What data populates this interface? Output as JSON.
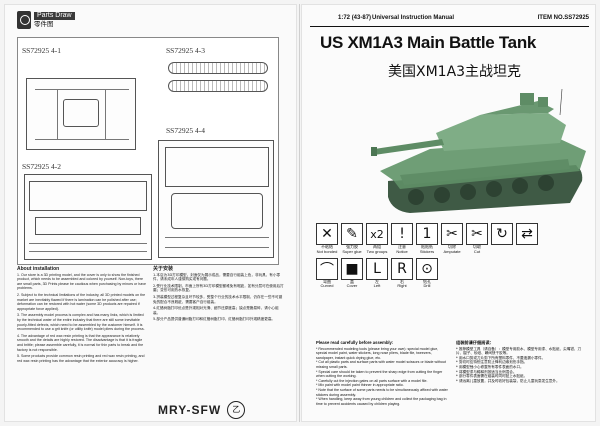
{
  "left_page": {
    "parts_title": "Parts Draw",
    "parts_subtitle": "零件图",
    "sprues": [
      "SS72925 4-1",
      "SS72925 4-3",
      "SS72925 4-4",
      "SS72925 4-2"
    ],
    "notes_en": {
      "heading": "About installation",
      "paragraphs": [
        "1. Our store is a 3D printing model, and the cover is only to show the finished product, which needs to be assembled and colored by yourself. Non-toys, there are small parts, 3D Prints please be cautious when purchasing by minors or have problems.",
        "2. Subject to the technical limitations of the industry, all 3D printed models on the market are inevitably flawed if there is lamination can be polished after use; deformation can be restored with hot water (some 3D products are repaired if appropriate force applied).",
        "3. The assembly model process is complex and has many links, which is limited by the technical water of the entire industry that there are still some inevitable poorly-fitted defects, which need to be assembled by the customer himself. It is recommended to use a grit knife (or utility knife) model pliers during the process.",
        "4. The advantage of red wax resin printing is that the appearance is relatively smooth and the details are highly restored. The disadvantage is that it is fragile and brittle; please assemble carefully, it is normal for thin parts to break and the factory is not responsible.",
        "5. Some products provide common resin printing and red wax resin printing, and red wax resin printing has the advantage that the exterior accuracy is higher."
      ]
    },
    "notes_cn": {
      "heading": "关于安装",
      "paragraphs": [
        "1.本店为3D打印模型，封面仅为展示成品，需要自行组装上色，非玩具，有小零件，请未成年人谨慎购买或有问题。",
        "2.受行业技术限制，市面上所有3D打印模型都难免有瑕疵，如有分层可在使用后打磨；变形可用热水恢复。",
        "3.拼装模型过程复杂且环节较多，受整个行业的技术水平限制，仍存在一些不可避免的配合不良瑕疵，需要客户自行组装。",
        "4.红蜡树脂打印优点是外观相对光滑、细节还原度高；缺点是脆易碎，请小心组装。",
        "5.部分产品提供普通树脂打印和红蜡树脂打印，红蜡树脂打印外观精度更高。"
      ]
    },
    "brand": "MRY-SFW",
    "brand_logo": "乙"
  },
  "right_page": {
    "scale": "1:72",
    "era": "(43-87)",
    "manual_title": "Universal Instruction Manual",
    "item_no": "ITEM NO.SS72925",
    "title_en": "US XM1A3 Main Battle Tank",
    "title_cn": "美国XM1A3主战坦克",
    "tank_color": "#6f9e76",
    "icons_row1": [
      {
        "name": "not-bonded-icon",
        "glyph": "✕",
        "en": "Not bonded",
        "cn": "不粘结"
      },
      {
        "name": "super-glue-icon",
        "glyph": "✎",
        "en": "Super glue",
        "cn": "强力胶"
      },
      {
        "name": "two-groups-icon",
        "glyph": "x2",
        "en": "Two groups",
        "cn": "两组"
      },
      {
        "name": "notice-icon",
        "glyph": "!",
        "en": "Notice",
        "cn": "注意"
      },
      {
        "name": "stickers-icon",
        "glyph": "1",
        "en": "Stickers",
        "cn": "贴贴纸"
      },
      {
        "name": "amputate-icon",
        "glyph": "✂",
        "en": "Amputate",
        "cn": "切除"
      },
      {
        "name": "cut-icon",
        "glyph": "✂",
        "en": "Cut",
        "cn": "切取"
      },
      {
        "name": "rotate-icon",
        "glyph": "↻",
        "en": "",
        "cn": ""
      },
      {
        "name": "install-icon",
        "glyph": "⇄",
        "en": "",
        "cn": ""
      }
    ],
    "icons_row2": [
      {
        "name": "curved-icon",
        "glyph": "⌒",
        "en": "Curved",
        "cn": "弯曲"
      },
      {
        "name": "cover-icon",
        "glyph": "■",
        "en": "Cover",
        "cn": "盖"
      },
      {
        "name": "left-icon",
        "glyph": "L",
        "en": "Left",
        "cn": "左"
      },
      {
        "name": "right-icon",
        "glyph": "R",
        "en": "Right",
        "cn": "右"
      },
      {
        "name": "drill-icon",
        "glyph": "⊙",
        "en": "Drill",
        "cn": "钻孔"
      }
    ],
    "care_en": {
      "heading": "Please read carefully before assembly:",
      "paragraphs": [
        "* Recommended modeling tools (please bring your own): special model glue, special model paint, water stickers, long nose pliers, blade file, tweezers, sandpaper, instant quick drying glue, etc.",
        "* Cut all plastic parts and surface parts with water model scissors or blade without missing small parts.",
        "* Special care should be taken to prevent the sharp edge from cutting the finger when cutting the working.",
        "* Carefully cut the injection gates on all parts surface with a model file.",
        "* Mix paint with model paint thinner in appropriate ratio.",
        "* Note that the surface of some parts needs to be simultaneously affixed with water stickers during assembly.",
        "* When handling, keep away from young children and collect the packaging bag in time to prevent accidents caused by children playing."
      ]
    },
    "care_cn": {
      "heading": "组装前请仔细阅读：",
      "paragraphs": [
        "* 推荐模型工具（请自备）：模型专用胶水、模型专用漆、水贴纸、尖嘴钳、刀片、镊子、砂纸、瞬间快干胶等。",
        "* 用水口剪或刀片剪下所有塑料零件，不要遗漏小零件。",
        "* 剪切时应特别注意防止锋利边缘划伤手指。",
        "* 用模型锉小心修整所有零件表面的水口。",
        "* 将模型漆与稀释剂按适当比例混合。",
        "* 部分零件表面需在组装时同时贴上水贴纸。",
        "* 请远离儿童放置，并及时收好包装袋，防止儿童玩耍发生意外。"
      ]
    }
  }
}
